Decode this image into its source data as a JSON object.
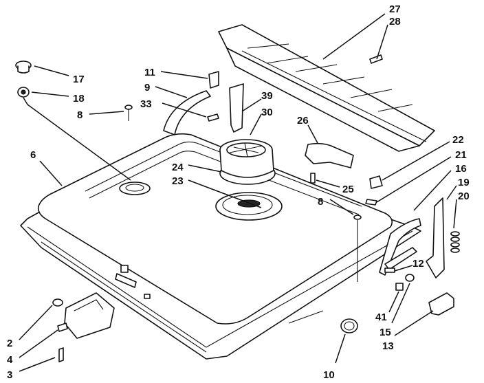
{
  "colors": {
    "ink": "#111111",
    "paper": "#ffffff"
  },
  "callouts": {
    "c27": "27",
    "c28": "28",
    "c17": "17",
    "c18": "18",
    "c11": "11",
    "c9": "9",
    "c33": "33",
    "c39": "39",
    "c30": "30",
    "c8a": "8",
    "c6": "6",
    "c26": "26",
    "c22": "22",
    "c21": "21",
    "c16": "16",
    "c19": "19",
    "c20": "20",
    "c24": "24",
    "c23": "23",
    "c25": "25",
    "c8b": "8",
    "c12": "12",
    "c41": "41",
    "c15": "15",
    "c13": "13",
    "c2": "2",
    "c4": "4",
    "c3": "3",
    "c10": "10"
  }
}
